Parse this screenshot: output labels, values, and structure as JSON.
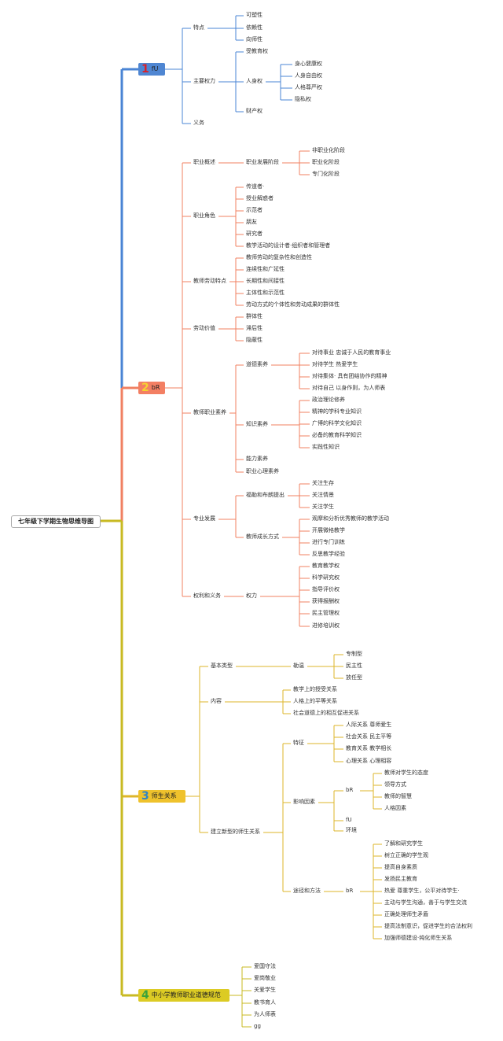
{
  "root": {
    "title": "七年级下学期生物思维导图"
  },
  "colors": {
    "b1": "#4a84d4",
    "b2": "#f08062",
    "b3": "#ddb62a",
    "b4": "#c8ba22",
    "b1box": "#4f86d2",
    "b2box": "#f37f63",
    "b3box": "#efc22c",
    "b4box": "#dccb24",
    "n1": "#d8202a",
    "n2": "#f5d230",
    "n3": "#2f84c4",
    "n4": "#3aa23a"
  },
  "branches": [
    {
      "num": "1",
      "label": "fU",
      "color_key": "b1",
      "children": [
        {
          "label": "特点",
          "children": [
            {
              "label": "可塑性"
            },
            {
              "label": "依赖性"
            },
            {
              "label": "向师性"
            }
          ]
        },
        {
          "label": "主要权力",
          "children": [
            {
              "label": "受教育权"
            },
            {
              "label": "人身权",
              "children": [
                {
                  "label": "身心健康权"
                },
                {
                  "label": "人身自由权"
                },
                {
                  "label": "人格尊严权"
                },
                {
                  "label": "隐私权"
                }
              ]
            },
            {
              "label": "财产权"
            }
          ]
        },
        {
          "label": "义务"
        }
      ]
    },
    {
      "num": "2",
      "label": "bR",
      "color_key": "b2",
      "children": [
        {
          "label": "职业概述",
          "children": [
            {
              "label": "职业发展阶段",
              "children": [
                {
                  "label": "非职业化阶段"
                },
                {
                  "label": "职业化阶段"
                },
                {
                  "label": "专门化阶段"
                }
              ]
            }
          ]
        },
        {
          "label": "职业角色",
          "children": [
            {
              "label": "传道者·"
            },
            {
              "label": "授业解惑者"
            },
            {
              "label": "示范者"
            },
            {
              "label": "朋友"
            },
            {
              "label": "研究者"
            },
            {
              "label": "教学活动的设计者·组织者和管理者"
            }
          ]
        },
        {
          "label": "教师劳动特点",
          "children": [
            {
              "label": "教师劳动的复杂性和创造性"
            },
            {
              "label": "连续性和广延性"
            },
            {
              "label": "长期性和间接性"
            },
            {
              "label": "主体性和示范性"
            },
            {
              "label": "劳动方式的个体性和劳动成果的群体性"
            }
          ]
        },
        {
          "label": "劳动价值",
          "children": [
            {
              "label": "群体性"
            },
            {
              "label": "滞后性"
            },
            {
              "label": "隐蔽性"
            }
          ]
        },
        {
          "label": "教师职业素养",
          "children": [
            {
              "label": "道德素养",
              "children": [
                {
                  "label": "对待事业 忠诚于人民的教育事业"
                },
                {
                  "label": "对待学生 热爱学生"
                },
                {
                  "label": "对待集体· 具有团结协作的精神"
                },
                {
                  "label": "对待自己 以身作则，为人师表"
                }
              ]
            },
            {
              "label": "知识素养",
              "children": [
                {
                  "label": "政治理论修养"
                },
                {
                  "label": "精神的学科专业知识"
                },
                {
                  "label": "广博的科学文化知识"
                },
                {
                  "label": "必备的教育科学知识"
                },
                {
                  "label": "实践性知识"
                }
              ]
            },
            {
              "label": "能力素养"
            },
            {
              "label": "职业心理素养"
            }
          ]
        },
        {
          "label": "专业发展",
          "children": [
            {
              "label": "福勒和布朗提出",
              "children": [
                {
                  "label": "关注生存"
                },
                {
                  "label": "关注情景"
                },
                {
                  "label": "关注学生"
                }
              ]
            },
            {
              "label": "教师成长方式",
              "children": [
                {
                  "label": "观摩和分析优秀教师的教学活动"
                },
                {
                  "label": "开展微格教学"
                },
                {
                  "label": "进行专门训练"
                },
                {
                  "label": "反思教学经验"
                }
              ]
            }
          ]
        },
        {
          "label": "权利和义务",
          "children": [
            {
              "label": "权力",
              "children": [
                {
                  "label": "教育教学权"
                },
                {
                  "label": "科学研究权"
                },
                {
                  "label": "指导评价权"
                },
                {
                  "label": "获得报酬权"
                },
                {
                  "label": "民主管理权"
                },
                {
                  "label": "进修培训权"
                }
              ]
            }
          ]
        }
      ]
    },
    {
      "num": "3",
      "label": "师生关系",
      "color_key": "b3",
      "children": [
        {
          "label": "基本类型",
          "children": [
            {
              "label": "勒温",
              "children": [
                {
                  "label": "专制型"
                },
                {
                  "label": "民主性"
                },
                {
                  "label": "放任型"
                }
              ]
            }
          ]
        },
        {
          "label": "内容",
          "children": [
            {
              "label": "教学上的授受关系"
            },
            {
              "label": "人格上的平等关系"
            },
            {
              "label": "社会道德上的相互促进关系"
            }
          ]
        },
        {
          "label": "建立新型的师生关系",
          "children": [
            {
              "label": "特征",
              "children": [
                {
                  "label": "人际关系 尊师爱生"
                },
                {
                  "label": "社会关系 民主平等"
                },
                {
                  "label": "教育关系 教学相长"
                },
                {
                  "label": "心理关系 心理相容"
                }
              ]
            },
            {
              "label": "影响因素",
              "children": [
                {
                  "label": "bR",
                  "children": [
                    {
                      "label": "教师对学生的态度"
                    },
                    {
                      "label": "领导方式"
                    },
                    {
                      "label": "教师的智慧"
                    },
                    {
                      "label": "人格因素"
                    }
                  ]
                },
                {
                  "label": "fU"
                },
                {
                  "label": "环境"
                }
              ]
            },
            {
              "label": "途径和方法",
              "children": [
                {
                  "label": "bR",
                  "children": [
                    {
                      "label": "了解和研究学生"
                    },
                    {
                      "label": "树立正确的学生观"
                    },
                    {
                      "label": "提高自身素质"
                    },
                    {
                      "label": "发扬民主教育"
                    },
                    {
                      "label": "热爱 尊重学生，公平对待学生·"
                    },
                    {
                      "label": "主动与学生沟通，善于与学生交流"
                    },
                    {
                      "label": "正确处理师生矛盾"
                    },
                    {
                      "label": "提高法制意识，促进学生的合法权利"
                    },
                    {
                      "label": "加强师德建设·纯化师生关系"
                    }
                  ]
                }
              ]
            }
          ]
        }
      ]
    },
    {
      "num": "4",
      "label": "中小学教师职业道德规范",
      "color_key": "b4",
      "children": [
        {
          "label": "爱国守法"
        },
        {
          "label": "爱岗敬业"
        },
        {
          "label": "关爱学生"
        },
        {
          "label": "教书育人"
        },
        {
          "label": "为人师表"
        },
        {
          "label": "gg"
        }
      ]
    }
  ]
}
